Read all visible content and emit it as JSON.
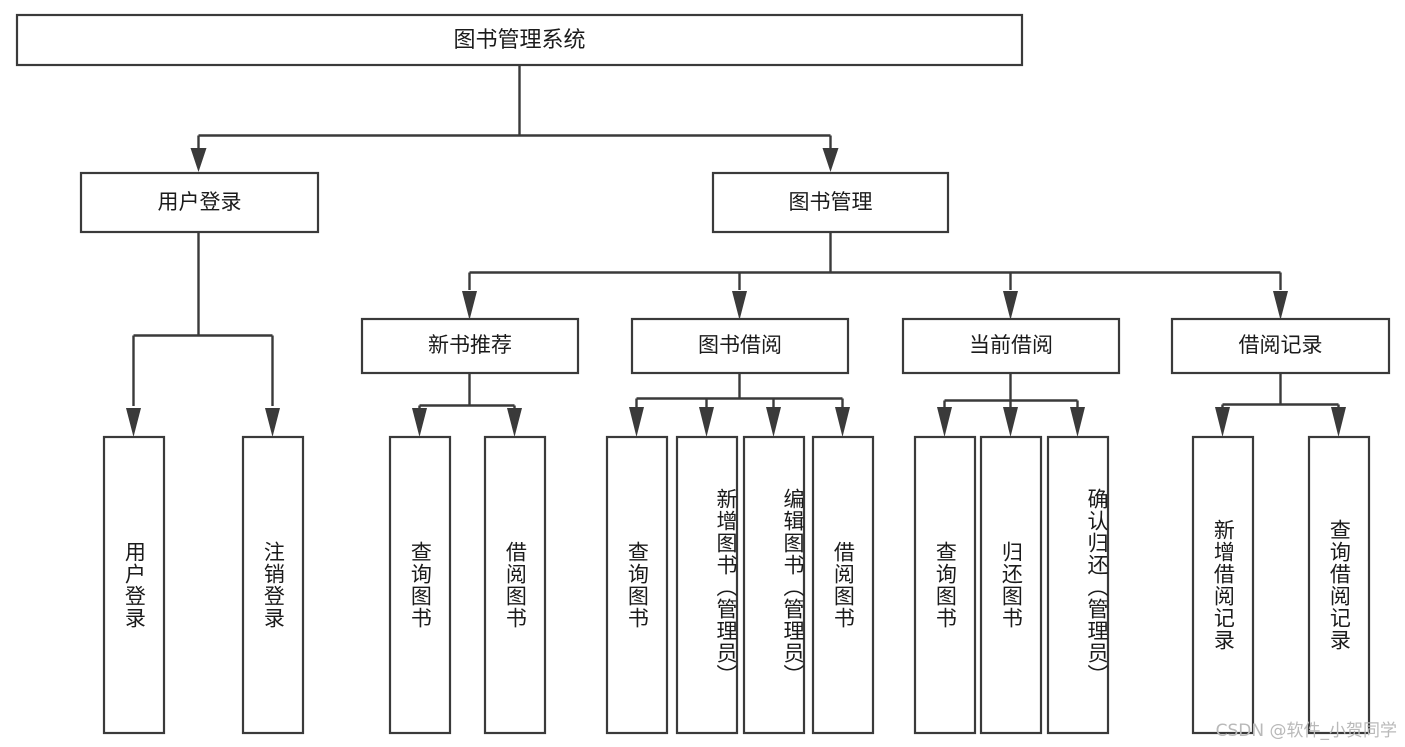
{
  "diagram": {
    "type": "tree",
    "title": "图书管理系统",
    "watermark": "CSDN @软件_小贺同学",
    "colors": {
      "box_stroke": "#3a3a3a",
      "box_fill": "#ffffff",
      "text": "#1b1b1b",
      "watermark": "#b9b9b9",
      "background": "#ffffff"
    },
    "root": {
      "id": "root",
      "label": "图书管理系统",
      "orientation": "horizontal"
    },
    "level1": [
      {
        "id": "user-login",
        "label": "用户登录",
        "orientation": "horizontal"
      },
      {
        "id": "book-manage",
        "label": "图书管理",
        "orientation": "horizontal"
      }
    ],
    "level2": [
      {
        "id": "new-book-recommend",
        "label": "新书推荐",
        "parent": "book-manage",
        "orientation": "horizontal"
      },
      {
        "id": "book-borrow",
        "label": "图书借阅",
        "parent": "book-manage",
        "orientation": "horizontal"
      },
      {
        "id": "current-borrow",
        "label": "当前借阅",
        "parent": "book-manage",
        "orientation": "horizontal"
      },
      {
        "id": "borrow-record",
        "label": "借阅记录",
        "parent": "book-manage",
        "orientation": "horizontal"
      }
    ],
    "leaves": [
      {
        "id": "leaf-user-login",
        "label": "用户登录",
        "parent": "user-login",
        "orientation": "vertical"
      },
      {
        "id": "leaf-logout-login",
        "label": "注销登录",
        "parent": "user-login",
        "orientation": "vertical"
      },
      {
        "id": "leaf-query-book-1",
        "label": "查询图书",
        "parent": "new-book-recommend",
        "orientation": "vertical"
      },
      {
        "id": "leaf-borrow-book-1",
        "label": "借阅图书",
        "parent": "new-book-recommend",
        "orientation": "vertical"
      },
      {
        "id": "leaf-query-book-2",
        "label": "查询图书",
        "parent": "book-borrow",
        "orientation": "vertical"
      },
      {
        "id": "leaf-add-book",
        "label": "新增图书（管理员）",
        "parent": "book-borrow",
        "orientation": "vertical"
      },
      {
        "id": "leaf-edit-book",
        "label": "编辑图书（管理员）",
        "parent": "book-borrow",
        "orientation": "vertical"
      },
      {
        "id": "leaf-borrow-book-2",
        "label": "借阅图书",
        "parent": "book-borrow",
        "orientation": "vertical"
      },
      {
        "id": "leaf-query-book-3",
        "label": "查询图书",
        "parent": "current-borrow",
        "orientation": "vertical"
      },
      {
        "id": "leaf-return-book",
        "label": "归还图书",
        "parent": "current-borrow",
        "orientation": "vertical"
      },
      {
        "id": "leaf-confirm-return",
        "label": "确认归还（管理员）",
        "parent": "current-borrow",
        "orientation": "vertical"
      },
      {
        "id": "leaf-add-record",
        "label": "新增借阅记录",
        "parent": "borrow-record",
        "orientation": "vertical"
      },
      {
        "id": "leaf-query-record",
        "label": "查询借阅记录",
        "parent": "borrow-record",
        "orientation": "vertical"
      }
    ]
  }
}
